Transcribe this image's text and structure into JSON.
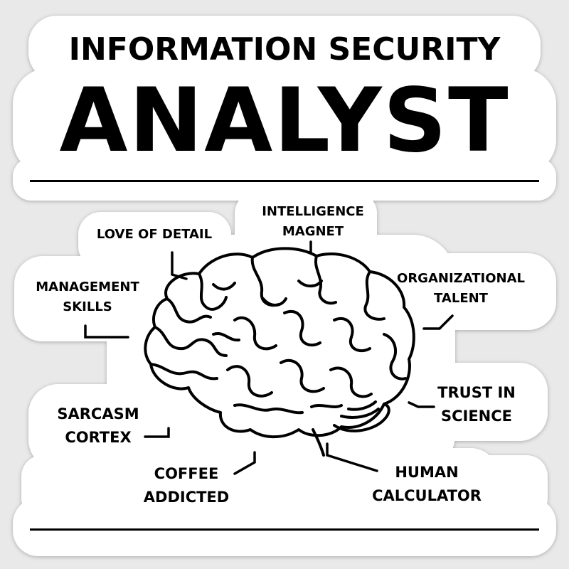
{
  "title": {
    "line1": "INFORMATION SECURITY",
    "line2": "ANALYST"
  },
  "labels": {
    "intelligence_magnet": [
      "INTELLIGENCE",
      "MAGNET"
    ],
    "love_of_detail": [
      "LOVE OF DETAIL"
    ],
    "management_skills": [
      "MANAGEMENT",
      "SKILLS"
    ],
    "organizational_talent": [
      "ORGANIZATIONAL",
      "TALENT"
    ],
    "trust_in_science": [
      "TRUST IN",
      "SCIENCE"
    ],
    "sarcasm_cortex": [
      "SARCASM",
      "CORTEX"
    ],
    "coffee_addicted": [
      "COFFEE",
      "ADDICTED"
    ],
    "human_calculator": [
      "HUMAN",
      "CALCULATOR"
    ]
  },
  "colors": {
    "ink": "#000000",
    "sticker": "#ffffff",
    "background": "#e9e9e9"
  },
  "icons": {
    "brain": "brain-icon"
  }
}
